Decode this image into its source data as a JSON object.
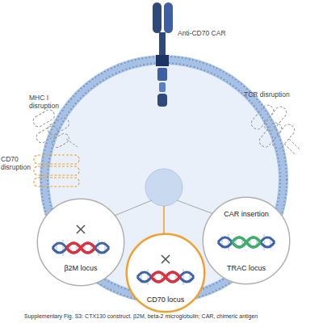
{
  "diagram": {
    "caption": "Supplementary Fig. S3: CTX130 construct. β2M, beta-2 microglobulin; CAR, chimeric antigen",
    "nodes": [
      {
        "text": [
          "β2M locus"
        ]
      },
      {
        "text": [
          "CD70 locus"
        ]
      },
      {
        "text": [
          "CAR insertion",
          "TRAC locus"
        ]
      }
    ],
    "labels": [
      "Anti-CD70 CAR",
      "TCR disruption",
      "MHC I disruption",
      "CD70 disruption"
    ]
  }
}
